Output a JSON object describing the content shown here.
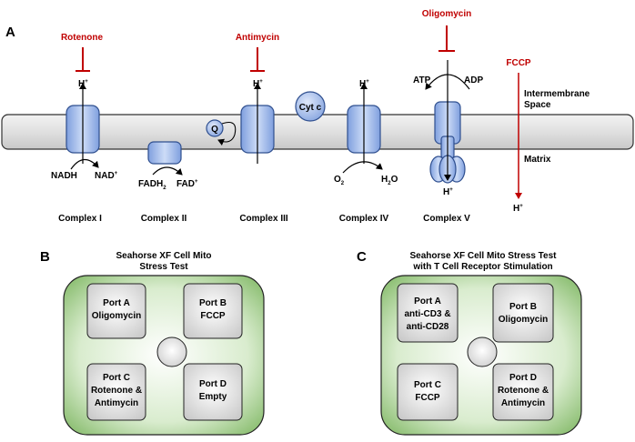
{
  "panels": {
    "a": "A",
    "b": "B",
    "c": "C"
  },
  "inhibitors": {
    "rotenone": "Rotenone",
    "antimycin": "Antimycin",
    "oligomycin": "Oligomycin",
    "fccp": "FCCP"
  },
  "protons": {
    "h": "H",
    "sup": "+"
  },
  "complexes": {
    "c1": "Complex I",
    "c2": "Complex II",
    "c3": "Complex III",
    "c4": "Complex IV",
    "c5": "Complex V",
    "cytc": "Cyt c",
    "q": "Q"
  },
  "metabolites": {
    "nadh": "NADH",
    "nad": "NAD",
    "nad_sup": "+",
    "fadh": "FADH",
    "fadh_sub": "2",
    "fad": "FAD",
    "fad_sup": "+",
    "o": "O",
    "o_sub": "2",
    "h2o_h": "H",
    "h2o_sub": "2",
    "h2o_o": "O",
    "atp": "ATP",
    "adp": "ADP"
  },
  "regions": {
    "ims_line1": "Intermembrane",
    "ims_line2": "Space",
    "matrix": "Matrix"
  },
  "plate_b": {
    "title_line1": "Seahorse XF Cell Mito",
    "title_line2": "Stress Test",
    "ports": [
      {
        "line1": "Port A",
        "line2": "Oligomycin",
        "line3": ""
      },
      {
        "line1": "Port B",
        "line2": "FCCP",
        "line3": ""
      },
      {
        "line1": "Port C",
        "line2": "Rotenone &",
        "line3": "Antimycin"
      },
      {
        "line1": "Port D",
        "line2": "Empty",
        "line3": ""
      }
    ]
  },
  "plate_c": {
    "title_line1": "Seahorse XF Cell Mito  Stress Test",
    "title_line2": "with T Cell Receptor Stimulation",
    "ports": [
      {
        "line1": "Port A",
        "line2": "anti-CD3 &",
        "line3": "anti-CD28"
      },
      {
        "line1": "Port B",
        "line2": "Oligomycin",
        "line3": ""
      },
      {
        "line1": "Port C",
        "line2": "FCCP",
        "line3": ""
      },
      {
        "line1": "Port D",
        "line2": "Rotenone &",
        "line3": "Antimycin"
      }
    ]
  },
  "colors": {
    "inhibitor": "#c00000",
    "protein": "#a9c1ee",
    "plate": "#8cc074",
    "membrane": "#d9d9d9"
  }
}
